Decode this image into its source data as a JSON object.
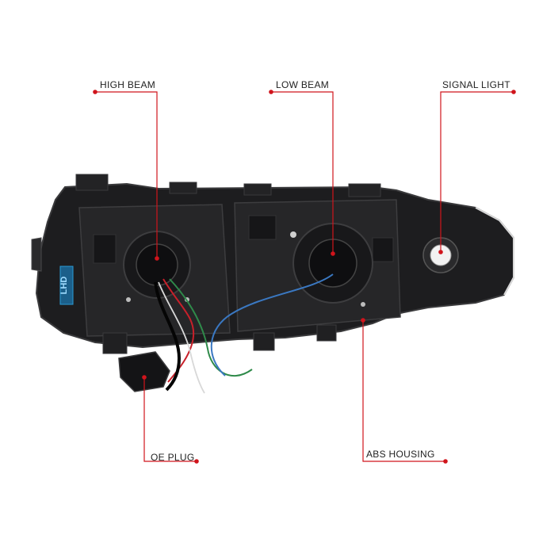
{
  "diagram": {
    "subject": "headlight assembly rear view",
    "colors": {
      "background": "#ffffff",
      "callout_line": "#d0141c",
      "callout_dot": "#d0141c",
      "housing": "#1d1d1f",
      "housing_edge": "#3a3a3c",
      "wire_red": "#c8202a",
      "wire_green": "#2f8a4a",
      "wire_blue": "#3a78c2",
      "wire_white": "#d8d8d8",
      "sticker": "#2a9bd6"
    },
    "sticker_text": "LHD",
    "callouts": [
      {
        "id": "high-beam",
        "label": "HIGH BEAM"
      },
      {
        "id": "low-beam",
        "label": "LOW BEAM"
      },
      {
        "id": "signal-light",
        "label": "SIGNAL LIGHT"
      },
      {
        "id": "oe-plug",
        "label": "OE PLUG"
      },
      {
        "id": "abs-housing",
        "label": "ABS HOUSING"
      }
    ]
  }
}
